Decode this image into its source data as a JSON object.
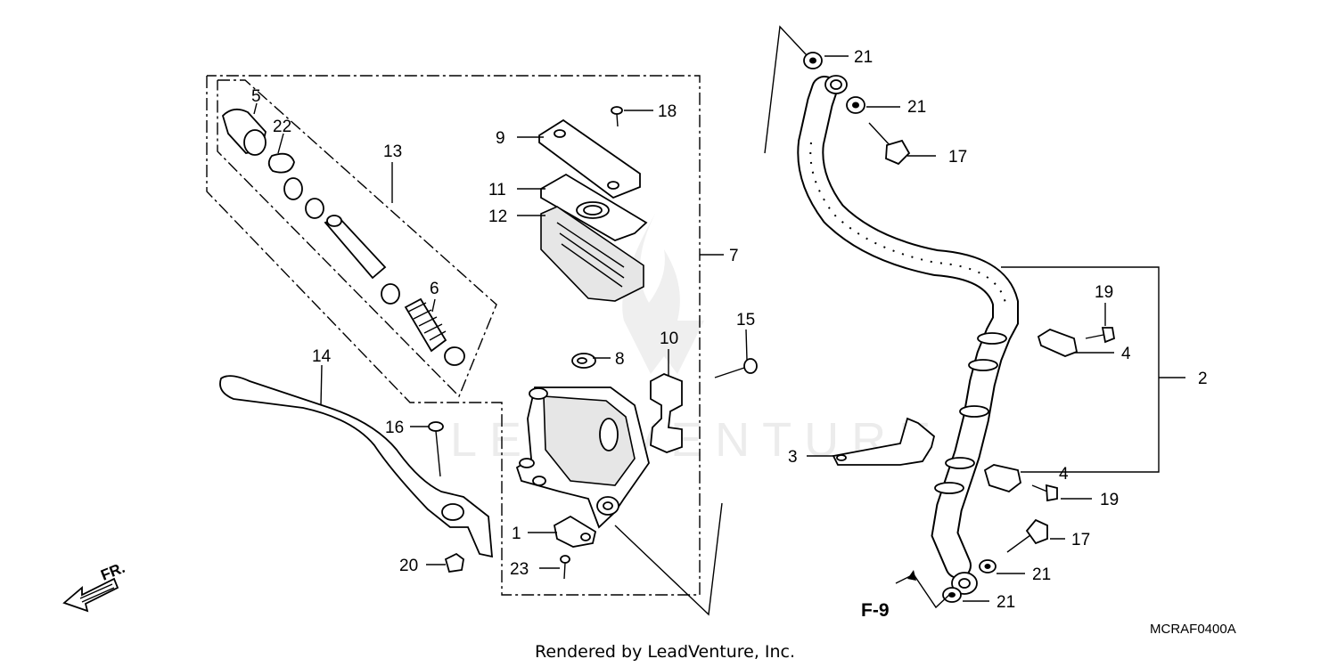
{
  "callouts": {
    "c1": "1",
    "c2": "2",
    "c3": "3",
    "c4a": "4",
    "c4b": "4",
    "c5": "5",
    "c6": "6",
    "c7": "7",
    "c8": "8",
    "c9": "9",
    "c10": "10",
    "c11": "11",
    "c12": "12",
    "c13": "13",
    "c14": "14",
    "c15": "15",
    "c16": "16",
    "c17a": "17",
    "c17b": "17",
    "c18": "18",
    "c19a": "19",
    "c19b": "19",
    "c20": "20",
    "c21a": "21",
    "c21b": "21",
    "c21c": "21",
    "c21d": "21",
    "c22": "22",
    "c23": "23"
  },
  "reference": "F-9",
  "direction": "FR.",
  "diagram_code": "MCRAF0400A",
  "footer": "Rendered by LeadVenture, Inc.",
  "watermark": "LEADVENTURE"
}
